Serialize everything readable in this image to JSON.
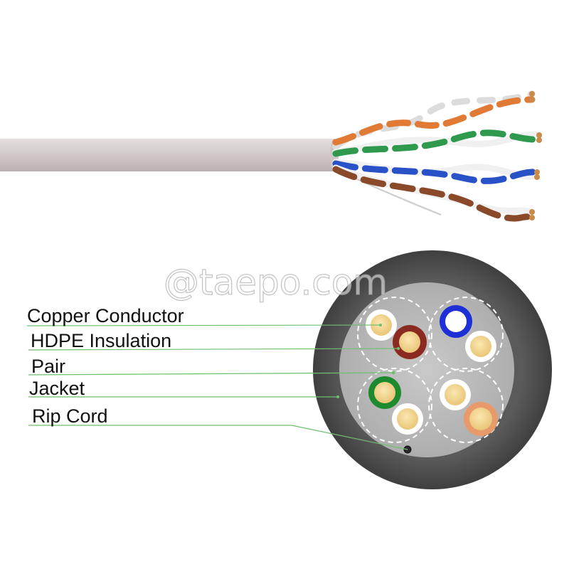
{
  "watermark": "@taepo.com",
  "labels": {
    "copper_conductor": "Copper Conductor",
    "hdpe_insulation": "HDPE Insulation",
    "pair": "Pair",
    "jacket": "Jacket",
    "rip_cord": "Rip Cord"
  },
  "colors": {
    "jacket_gray": "#4f4f4f",
    "core_gray": "#bdbdbd",
    "cable_sheath": "#d8cfcf",
    "copper": "#c98a4a",
    "conductor_fill": "#f3d488",
    "orange": "#e07a35",
    "green": "#2f9a4e",
    "blue": "#2a52c8",
    "brown": "#7a3420",
    "leader_line": "#6fbf6f"
  },
  "pairs": [
    {
      "name": "brown",
      "colored_insulation": "#8b2a20"
    },
    {
      "name": "blue",
      "colored_insulation": "#1f2fd6"
    },
    {
      "name": "green",
      "colored_insulation": "#1e8a2e"
    },
    {
      "name": "orange",
      "colored_insulation": "#e89a6a"
    }
  ]
}
